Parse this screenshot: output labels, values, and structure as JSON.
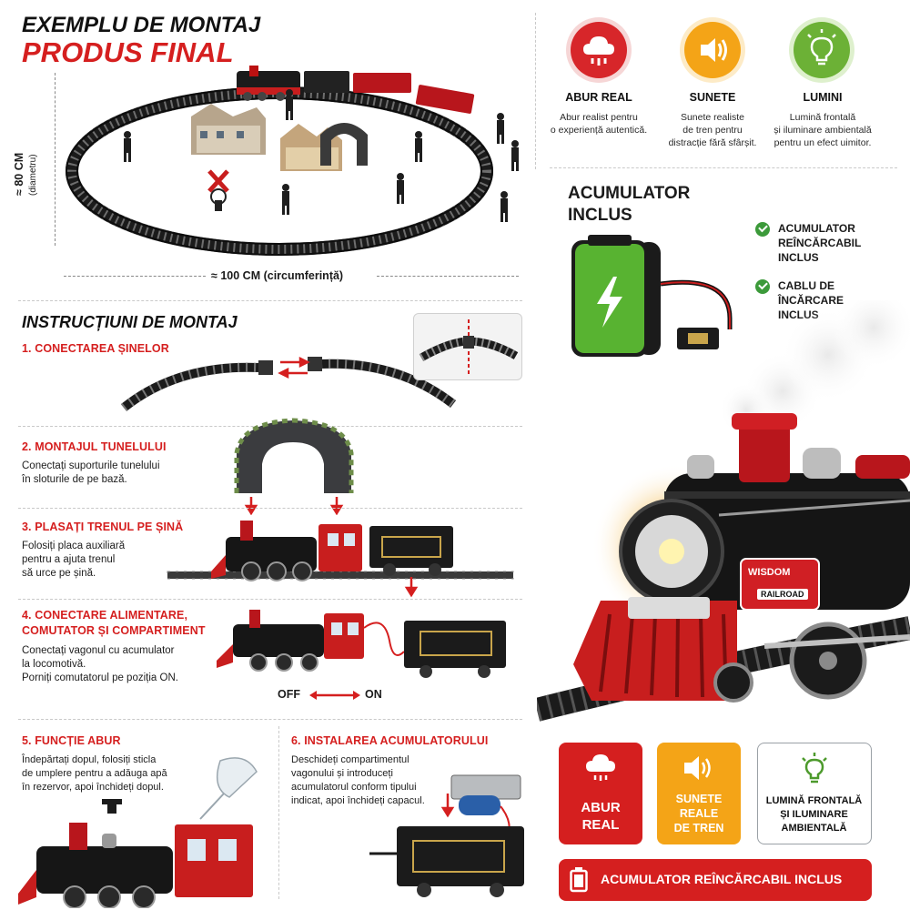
{
  "header": {
    "title_line1": "EXEMPLU DE MONTAJ",
    "title_line2": "PRODUS FINAL"
  },
  "layout_example": {
    "height_label": "≈ 80 CM",
    "height_sub": "(diametru)",
    "width_label": "≈ 100 CM (circumferință)"
  },
  "instructions": {
    "title": "INSTRUCȚIUNI DE MONTAJ",
    "steps": [
      {
        "title": "1. CONECTAREA ȘINELOR",
        "text": []
      },
      {
        "title": "2. MONTAJUL TUNELULUI",
        "text": [
          "Conectați suporturile tunelului",
          "în sloturile de pe bază."
        ]
      },
      {
        "title": "3. PLASAȚI TRENUL PE ȘINĂ",
        "text": [
          "Folosiți placa auxiliară",
          "pentru a ajuta trenul",
          "să urce pe șină."
        ]
      },
      {
        "title_line1": "4. CONECTARE ALIMENTARE,",
        "title_line2": "COMUTATOR ȘI COMPARTIMENT",
        "text": [
          "Conectați vagonul cu acumulator",
          "la locomotivă.",
          "Porniți comutatorul pe poziția ON."
        ]
      },
      {
        "title": "5. FUNCȚIE ABUR",
        "text": [
          "Îndepărtați dopul, folosiți sticla",
          "de umplere pentru a adăuga apă",
          "în rezervor, apoi închideți dopul."
        ]
      },
      {
        "title": "6. INSTALAREA ACUMULATORULUI",
        "text": [
          "Deschideți compartimentul",
          "vagonului și introduceți",
          "acumulatorul conform tipului",
          "indicat, apoi închideți capacul."
        ]
      }
    ],
    "switch_off": "OFF",
    "switch_on": "ON"
  },
  "features": [
    {
      "title": "ABUR REAL",
      "text": [
        "Abur realist pentru",
        "o experiență autentică."
      ],
      "icon": "steam-cloud-icon",
      "color": "#d7262a"
    },
    {
      "title": "SUNETE",
      "text": [
        "Sunete realiste",
        "de tren pentru",
        "distracție fără sfârșit."
      ],
      "icon": "speaker-icon",
      "color": "#f4a417"
    },
    {
      "title": "LUMINI",
      "text": [
        "Lumină frontală",
        "și iluminare ambientală",
        "pentru un efect uimitor."
      ],
      "icon": "light-bulb-icon",
      "color": "#6cb136"
    }
  ],
  "battery": {
    "title_line1": "ACUMULATOR",
    "title_line2": "INCLUS",
    "checks": [
      [
        "ACUMULATOR",
        "REÎNCĂRCABIL",
        "INCLUS"
      ],
      [
        "CABLU DE",
        "ÎNCĂRCARE",
        "INCLUS"
      ]
    ]
  },
  "locomotive": {
    "plate_brand": "WISDOM",
    "plate_sub": "RAILROAD"
  },
  "badges": {
    "steam": [
      "ABUR",
      "REAL"
    ],
    "sound": [
      "SUNETE",
      "REALE",
      "DE TREN"
    ],
    "light": [
      "LUMINĂ FRONTALĂ",
      "ȘI ILUMINARE",
      "AMBIENTALĂ"
    ],
    "battery_bar": "ACUMULATOR REÎNCĂRCABIL INCLUS"
  },
  "colors": {
    "red": "#d51f1f",
    "orange": "#f4a417",
    "green": "#6cb136",
    "dark": "#111111"
  }
}
